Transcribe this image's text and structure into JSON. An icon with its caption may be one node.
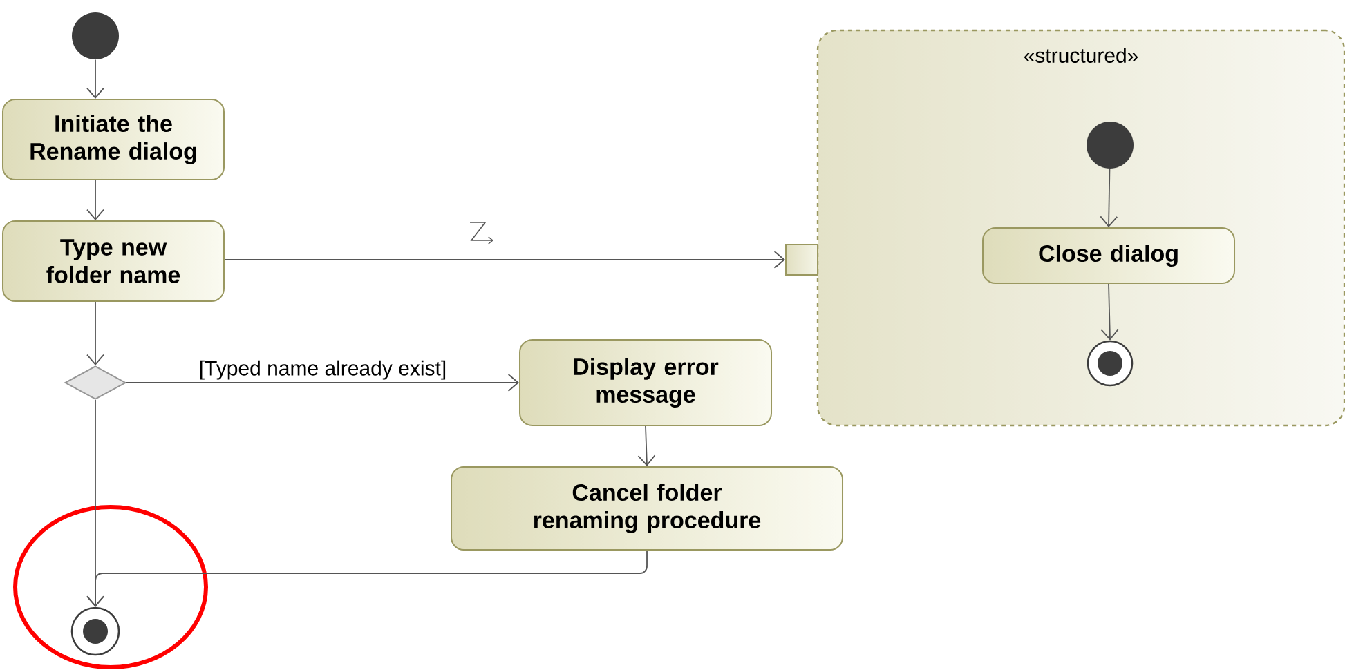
{
  "diagram": {
    "nodes": [
      {
        "text": [],
        "shape": "circle"
      },
      {
        "text": [
          "Initiate the Rename dialog"
        ]
      },
      {
        "text": [
          "Type new folder name"
        ]
      },
      {
        "text": [],
        "shape": "diamond"
      },
      {
        "text": [
          "Display error message"
        ]
      },
      {
        "text": [
          "Cancel folder renaming procedure"
        ]
      },
      {
        "text": [],
        "shape": "bullseye"
      },
      {
        "text": [
          "«structured»"
        ]
      },
      {
        "text": [],
        "shape": "box"
      },
      {
        "text": [],
        "shape": "circle",
        "in": 7
      },
      {
        "text": [
          "Close dialog"
        ],
        "in": 7
      },
      {
        "text": [],
        "shape": "bullseye",
        "in": 7
      }
    ],
    "edges": [
      {
        "from": 0,
        "to": 1,
        "arrow": "to"
      },
      {
        "from": 1,
        "to": 2,
        "arrow": "to"
      },
      {
        "from": 2,
        "to": 8,
        "arrow": "to"
      },
      {
        "from": 2,
        "to": 3,
        "arrow": "to"
      },
      {
        "from": 3,
        "to": 4,
        "arrow": "to",
        "label": "[Typed name already exist]"
      },
      {
        "from": 3,
        "to": 6,
        "arrow": "to"
      },
      {
        "from": 4,
        "to": 5,
        "arrow": "to"
      },
      {
        "from": 5,
        "to": 6,
        "arrow": "to"
      },
      {
        "from": 9,
        "to": 10,
        "arrow": "to"
      },
      {
        "from": 10,
        "to": 11,
        "arrow": "to"
      }
    ]
  }
}
